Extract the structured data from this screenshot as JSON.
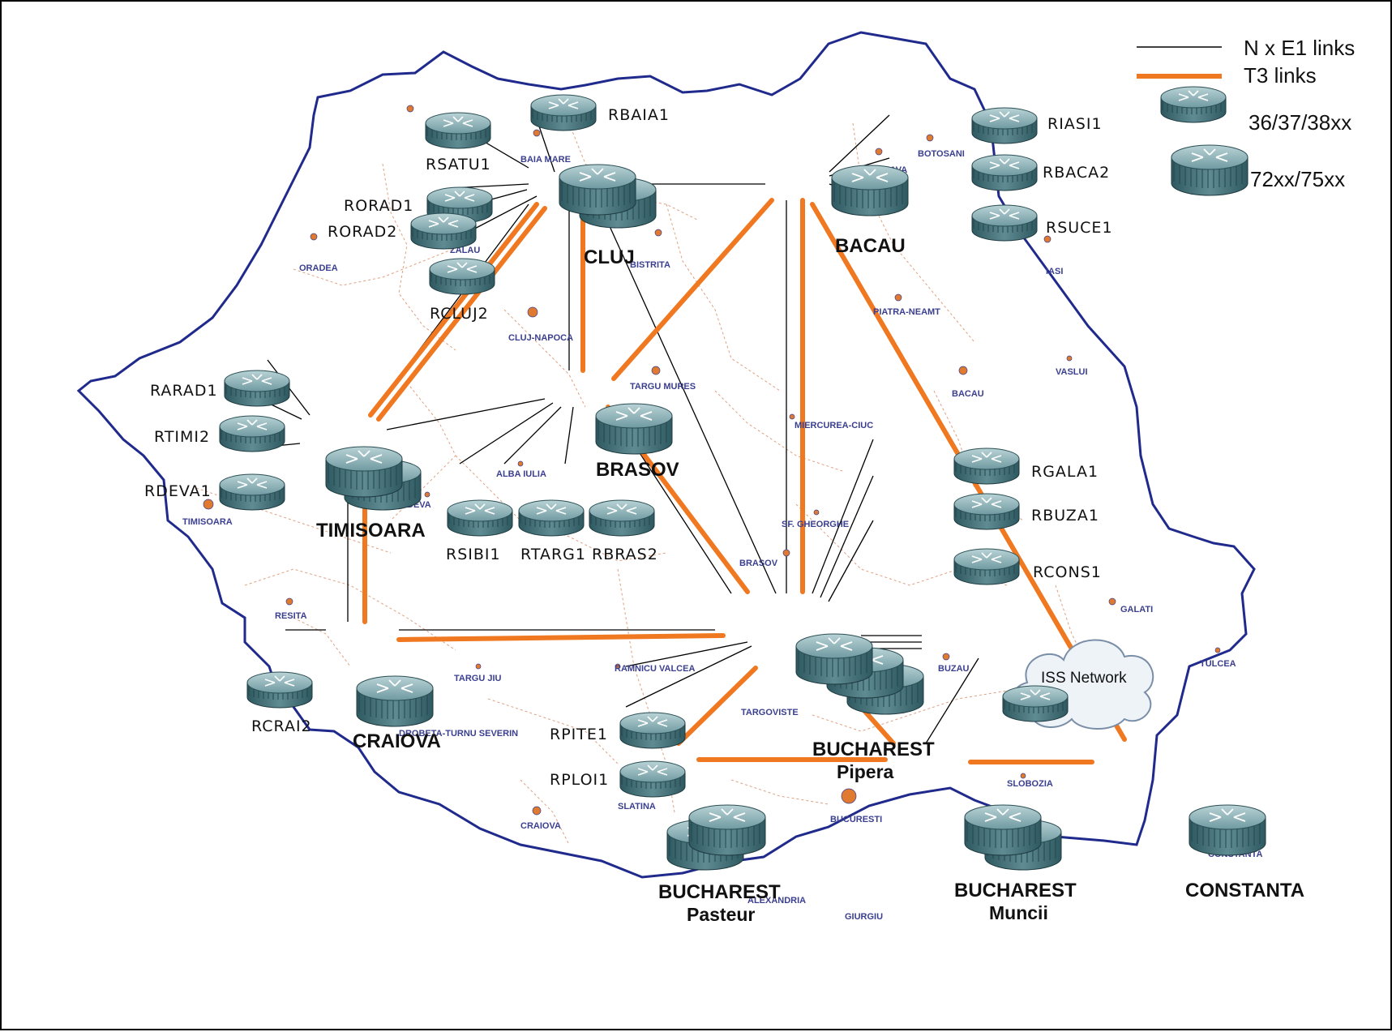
{
  "legend": {
    "e1": "N x E1 links",
    "t3": "T3 links",
    "small": "36/37/38xx",
    "large": "72xx/75xx"
  },
  "hubs": {
    "cluj": "CLUJ",
    "bacau": "BACAU",
    "brasov": "BRASOV",
    "timisoara": "TIMISOARA",
    "craiova": "CRAIOVA",
    "pipera_1": "BUCHAREST",
    "pipera_2": "Pipera",
    "pasteur_1": "BUCHAREST",
    "pasteur_2": "Pasteur",
    "muncii_1": "BUCHAREST",
    "muncii_2": "Muncii",
    "constanta": "CONSTANTA"
  },
  "routers": {
    "rbaia1": "RBAIA1",
    "rsatu1": "RSATU1",
    "rorad1": "RORAD1",
    "rorad2": "RORAD2",
    "rcluj2": "RCLUJ2",
    "riasi1": "RIASI1",
    "rbaca2": "RBACA2",
    "rsuce1": "RSUCE1",
    "rarad1": "RARAD1",
    "rtimi2": "RTIMI2",
    "rdeva1": "RDEVA1",
    "rsibi1": "RSIBI1",
    "rtarg1": "RTARG1",
    "rbras2": "RBRAS2",
    "rgala1": "RGALA1",
    "rbuza1": "RBUZA1",
    "rcons1": "RCONS1",
    "rcrai2": "RCRAI2",
    "rpite1": "RPITE1",
    "rploi1": "RPLOI1"
  },
  "cloud": "ISS Network",
  "cities": {
    "baia_mare": "BAIA MARE",
    "zalau": "ZALAU",
    "oradea": "ORADEA",
    "bistrita": "BISTRITA",
    "cluj_napoca": "CLUJ-NAPOCA",
    "suceava": "SUCEAVA",
    "botosani": "BOTOSANI",
    "iasi": "IASI",
    "piatra_neamt": "PIATRA-NEAMT",
    "vaslui": "VASLUI",
    "bacau": "BACAU",
    "targu_mures": "TARGU MURES",
    "miercurea_ciuc": "MIERCUREA-CIUC",
    "alba_iulia": "ALBA IULIA",
    "deva": "DEVA",
    "timisoara": "TIMISOARA",
    "sf_gheorghe": "SF. GHEORGHE",
    "brasov": "BRASOV",
    "resita": "RESITA",
    "galati": "GALATI",
    "tulcea": "TULCEA",
    "buzau": "BUZAU",
    "targu_jiu": "TARGU JIU",
    "ramnicu_valcea": "RAMNICU VALCEA",
    "targoviste": "TARGOVISTE",
    "drobeta": "DROBETA-TURNU SEVERIN",
    "slatina": "SLATINA",
    "slobozia": "SLOBOZIA",
    "craiova": "CRAIOVA",
    "bucuresti": "BUCURESTI",
    "constanta": "CONSTANTA",
    "alexandria": "ALEXANDRIA",
    "giurgiu": "GIURGIU"
  },
  "colors": {
    "border": "#1f2a8c",
    "counties": "#e0a080",
    "e1": "#000000",
    "t3": "#f07820",
    "router": "#4a7880",
    "city_text": "#3b3f8f",
    "city_marker": "#e07a30"
  }
}
